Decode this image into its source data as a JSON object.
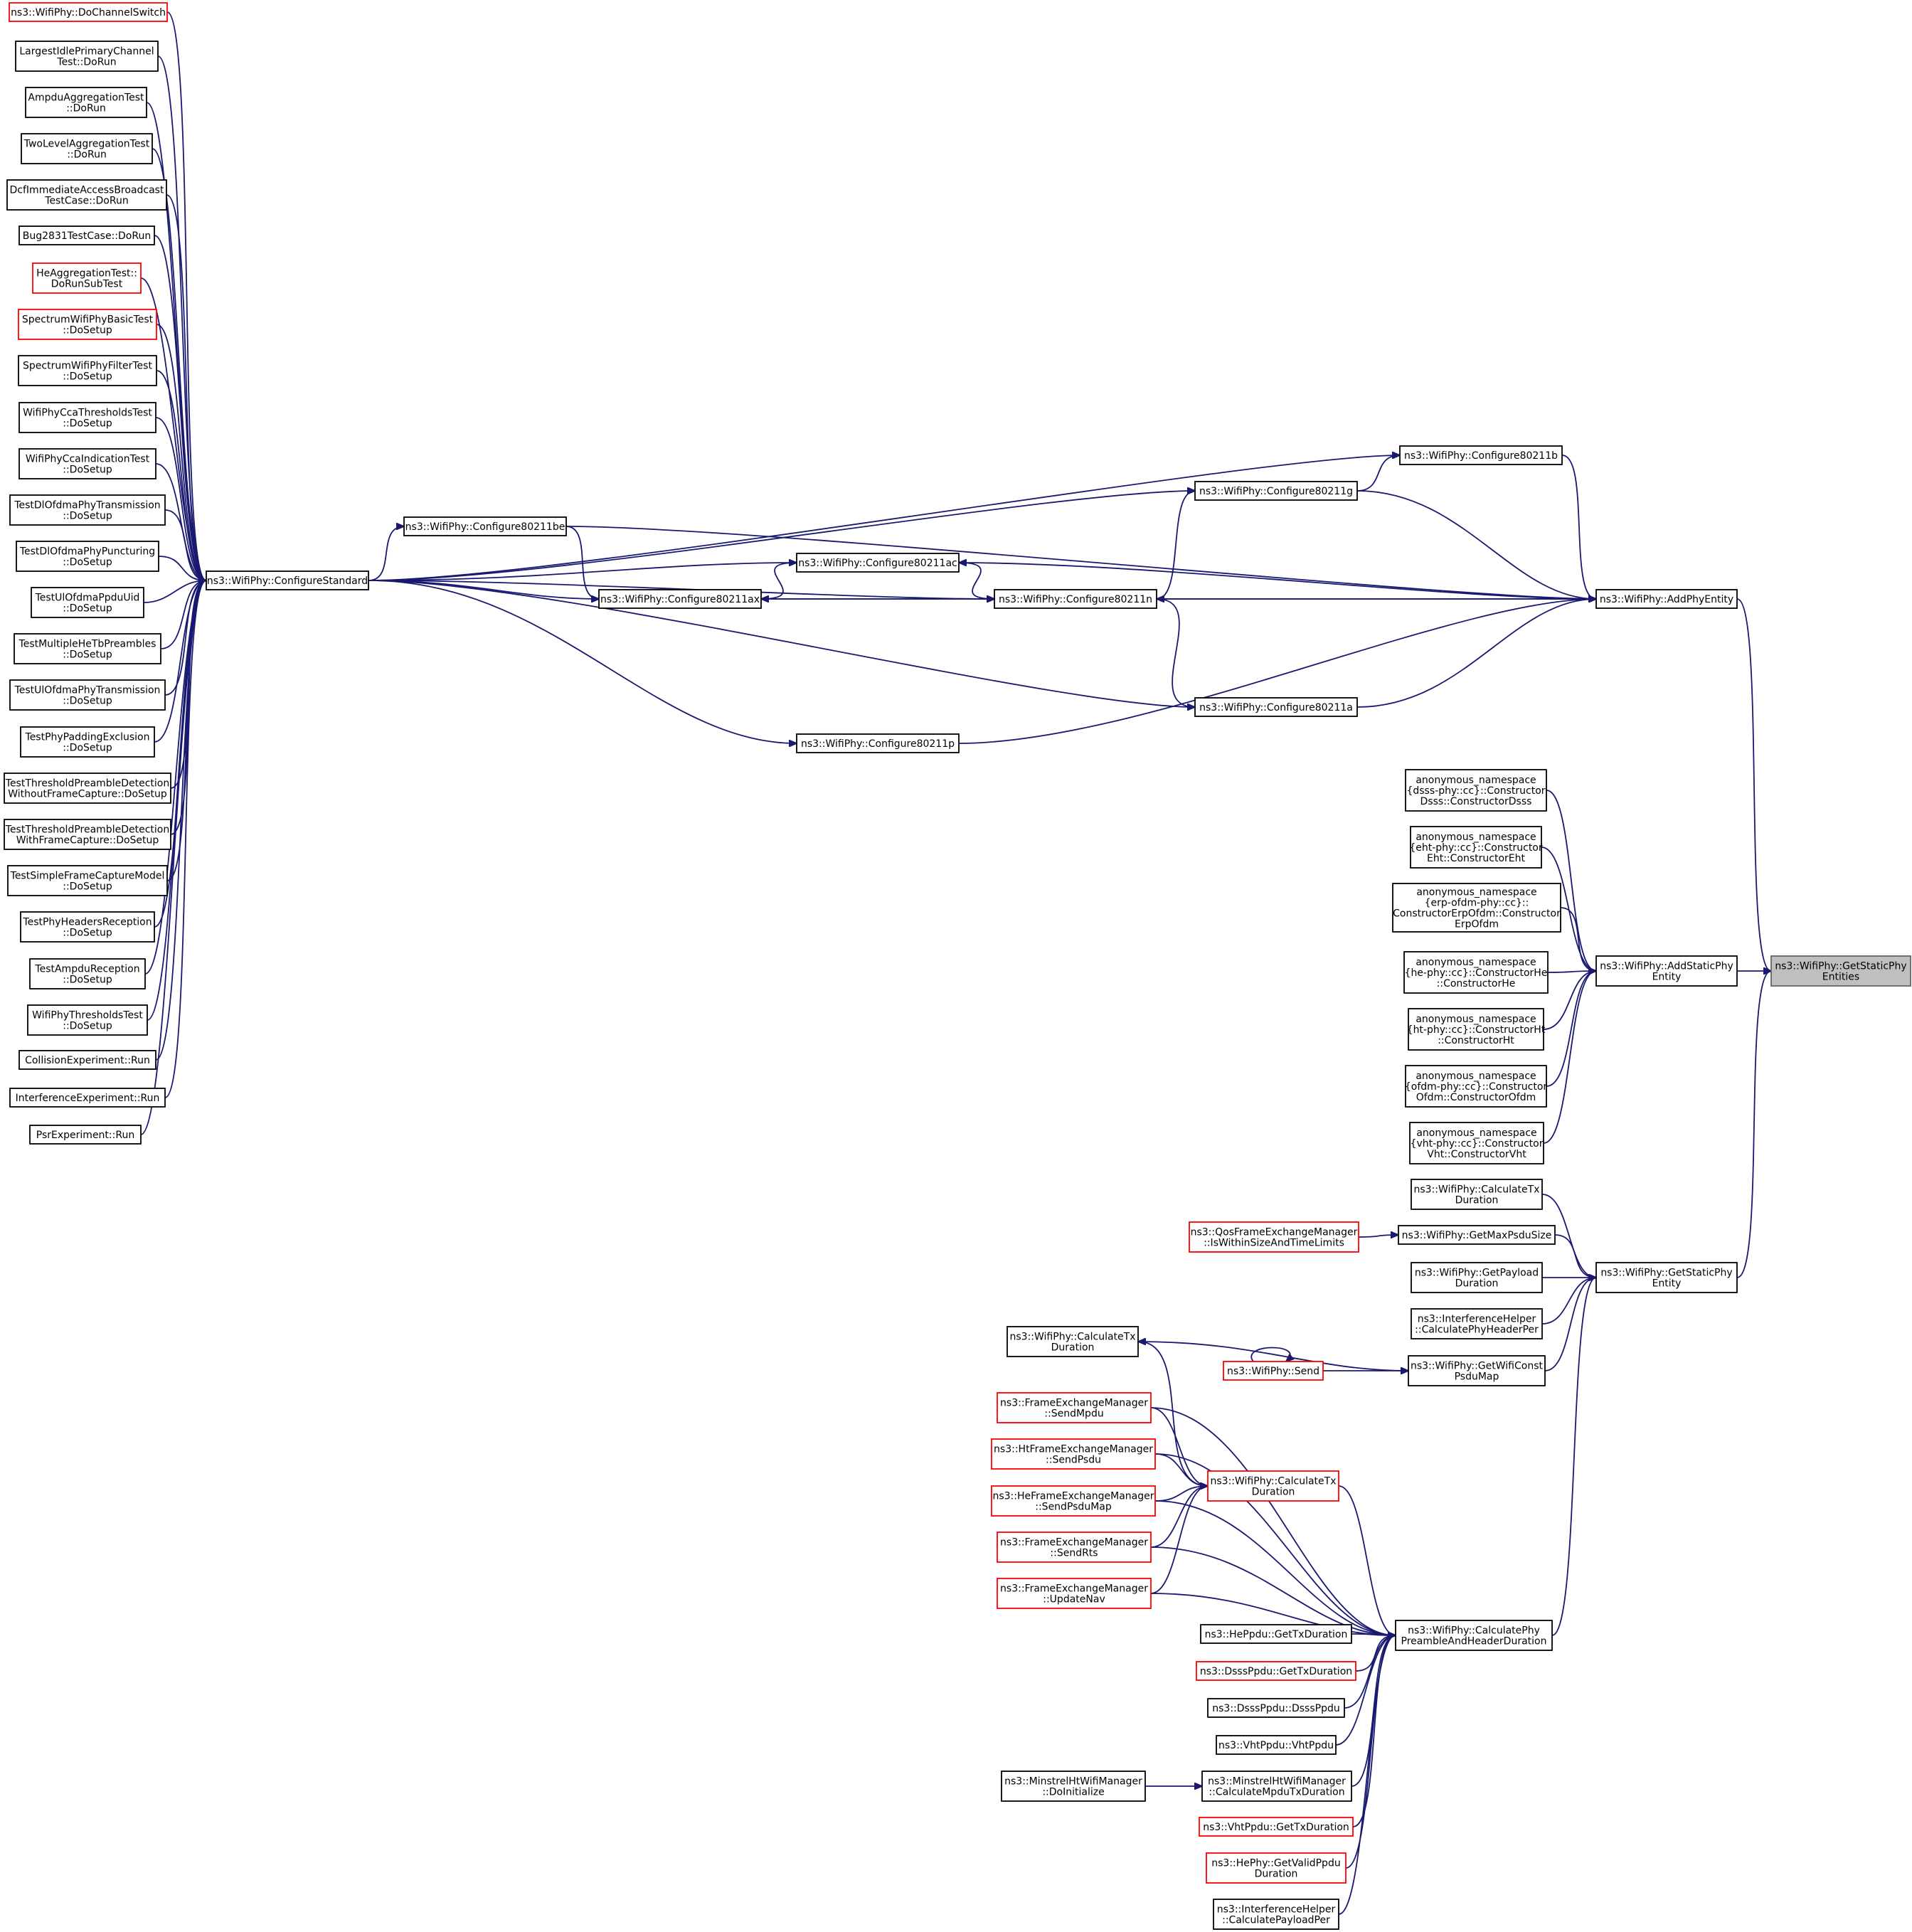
{
  "colors": {
    "edge": "#191970",
    "normal_border": "#000000",
    "linked_border": "#ff0000",
    "focus_fill": "#bfbfbf",
    "background": "#ffffff"
  },
  "focus": "gsp_entities",
  "nodes": [
    {
      "id": "doChannelSwitch",
      "lines": [
        "ns3::WifiPhy::DoChannelSwitch"
      ],
      "style": "red"
    },
    {
      "id": "largestIdle",
      "lines": [
        "LargestIdlePrimaryChannel",
        "Test::DoRun"
      ]
    },
    {
      "id": "ampduAgg",
      "lines": [
        "AmpduAggregationTest",
        "::DoRun"
      ]
    },
    {
      "id": "twoLevel",
      "lines": [
        "TwoLevelAggregationTest",
        "::DoRun"
      ]
    },
    {
      "id": "dcfImmediate",
      "lines": [
        "DcfImmediateAccessBroadcast",
        "TestCase::DoRun"
      ]
    },
    {
      "id": "bug2831",
      "lines": [
        "Bug2831TestCase::DoRun"
      ]
    },
    {
      "id": "heAgg",
      "lines": [
        "HeAggregationTest::",
        "DoRunSubTest"
      ],
      "style": "red"
    },
    {
      "id": "spectrumBasic",
      "lines": [
        "SpectrumWifiPhyBasicTest",
        "::DoSetup"
      ],
      "style": "red"
    },
    {
      "id": "spectrumFilter",
      "lines": [
        "SpectrumWifiPhyFilterTest",
        "::DoSetup"
      ]
    },
    {
      "id": "ccaThresholds",
      "lines": [
        "WifiPhyCcaThresholdsTest",
        "::DoSetup"
      ]
    },
    {
      "id": "ccaIndication",
      "lines": [
        "WifiPhyCcaIndicationTest",
        "::DoSetup"
      ]
    },
    {
      "id": "dlOfdmaTx",
      "lines": [
        "TestDlOfdmaPhyTransmission",
        "::DoSetup"
      ]
    },
    {
      "id": "dlOfdmaPunct",
      "lines": [
        "TestDlOfdmaPhyPuncturing",
        "::DoSetup"
      ]
    },
    {
      "id": "ulOfdmaPpdu",
      "lines": [
        "TestUlOfdmaPpduUid",
        "::DoSetup"
      ]
    },
    {
      "id": "multiHeTb",
      "lines": [
        "TestMultipleHeTbPreambles",
        "::DoSetup"
      ]
    },
    {
      "id": "ulOfdmaTx",
      "lines": [
        "TestUlOfdmaPhyTransmission",
        "::DoSetup"
      ]
    },
    {
      "id": "padding",
      "lines": [
        "TestPhyPaddingExclusion",
        "::DoSetup"
      ]
    },
    {
      "id": "threshWithout",
      "lines": [
        "TestThresholdPreambleDetection",
        "WithoutFrameCapture::DoSetup"
      ]
    },
    {
      "id": "threshWith",
      "lines": [
        "TestThresholdPreambleDetection",
        "WithFrameCapture::DoSetup"
      ]
    },
    {
      "id": "simpleCapture",
      "lines": [
        "TestSimpleFrameCaptureModel",
        "::DoSetup"
      ]
    },
    {
      "id": "headersRecep",
      "lines": [
        "TestPhyHeadersReception",
        "::DoSetup"
      ]
    },
    {
      "id": "ampduRecep",
      "lines": [
        "TestAmpduReception",
        "::DoSetup"
      ]
    },
    {
      "id": "phyThresholds",
      "lines": [
        "WifiPhyThresholdsTest",
        "::DoSetup"
      ]
    },
    {
      "id": "collision",
      "lines": [
        "CollisionExperiment::Run"
      ]
    },
    {
      "id": "interference",
      "lines": [
        "InterferenceExperiment::Run"
      ]
    },
    {
      "id": "psr",
      "lines": [
        "PsrExperiment::Run"
      ]
    },
    {
      "id": "configStd",
      "lines": [
        "ns3::WifiPhy::ConfigureStandard"
      ]
    },
    {
      "id": "cfg_be",
      "lines": [
        "ns3::WifiPhy::Configure80211be"
      ]
    },
    {
      "id": "cfg_ac",
      "lines": [
        "ns3::WifiPhy::Configure80211ac"
      ]
    },
    {
      "id": "cfg_ax",
      "lines": [
        "ns3::WifiPhy::Configure80211ax"
      ]
    },
    {
      "id": "cfg_p",
      "lines": [
        "ns3::WifiPhy::Configure80211p"
      ]
    },
    {
      "id": "cfg_b",
      "lines": [
        "ns3::WifiPhy::Configure80211b"
      ]
    },
    {
      "id": "cfg_g",
      "lines": [
        "ns3::WifiPhy::Configure80211g"
      ]
    },
    {
      "id": "cfg_n",
      "lines": [
        "ns3::WifiPhy::Configure80211n"
      ]
    },
    {
      "id": "cfg_a",
      "lines": [
        "ns3::WifiPhy::Configure80211a"
      ]
    },
    {
      "id": "addPhyEntity",
      "lines": [
        "ns3::WifiPhy::AddPhyEntity"
      ]
    },
    {
      "id": "ctorDsss",
      "lines": [
        "anonymous_namespace",
        "{dsss-phy::cc}::Constructor",
        "Dsss::ConstructorDsss"
      ]
    },
    {
      "id": "ctorEht",
      "lines": [
        "anonymous_namespace",
        "{eht-phy::cc}::Constructor",
        "Eht::ConstructorEht"
      ]
    },
    {
      "id": "ctorErp",
      "lines": [
        "anonymous_namespace",
        "{erp-ofdm-phy::cc}::",
        "ConstructorErpOfdm::Constructor",
        "ErpOfdm"
      ]
    },
    {
      "id": "ctorHe",
      "lines": [
        "anonymous_namespace",
        "{he-phy::cc}::ConstructorHe",
        "::ConstructorHe"
      ]
    },
    {
      "id": "ctorHt",
      "lines": [
        "anonymous_namespace",
        "{ht-phy::cc}::ConstructorHt",
        "::ConstructorHt"
      ]
    },
    {
      "id": "ctorOfdm",
      "lines": [
        "anonymous_namespace",
        "{ofdm-phy::cc}::Constructor",
        "Ofdm::ConstructorOfdm"
      ]
    },
    {
      "id": "ctorVht",
      "lines": [
        "anonymous_namespace",
        "{vht-phy::cc}::Constructor",
        "Vht::ConstructorVht"
      ]
    },
    {
      "id": "addStatic",
      "lines": [
        "ns3::WifiPhy::AddStaticPhy",
        "Entity"
      ]
    },
    {
      "id": "gsp_entities",
      "lines": [
        "ns3::WifiPhy::GetStaticPhy",
        "Entities"
      ],
      "style": "focus"
    },
    {
      "id": "calcTxDur_r",
      "lines": [
        "ns3::WifiPhy::CalculateTx",
        "Duration"
      ]
    },
    {
      "id": "qosWithin",
      "lines": [
        "ns3::QosFrameExchangeManager",
        "::IsWithinSizeAndTimeLimits"
      ],
      "style": "red"
    },
    {
      "id": "getMaxPsdu",
      "lines": [
        "ns3::WifiPhy::GetMaxPsduSize"
      ]
    },
    {
      "id": "getPayload",
      "lines": [
        "ns3::WifiPhy::GetPayload",
        "Duration"
      ]
    },
    {
      "id": "calcPhyHdrPer",
      "lines": [
        "ns3::InterferenceHelper",
        "::CalculatePhyHeaderPer"
      ]
    },
    {
      "id": "getWifiConst",
      "lines": [
        "ns3::WifiPhy::GetWifiConst",
        "PsduMap"
      ]
    },
    {
      "id": "getStaticPhy",
      "lines": [
        "ns3::WifiPhy::GetStaticPhy",
        "Entity"
      ]
    },
    {
      "id": "calcTxDur_l",
      "lines": [
        "ns3::WifiPhy::CalculateTx",
        "Duration"
      ]
    },
    {
      "id": "wifiSend",
      "lines": [
        "ns3::WifiPhy::Send"
      ],
      "style": "red"
    },
    {
      "id": "fem_sendMpdu",
      "lines": [
        "ns3::FrameExchangeManager",
        "::SendMpdu"
      ],
      "style": "red"
    },
    {
      "id": "htfem_sendPsdu",
      "lines": [
        "ns3::HtFrameExchangeManager",
        "::SendPsdu"
      ],
      "style": "red"
    },
    {
      "id": "hefem_sendPsduMap",
      "lines": [
        "ns3::HeFrameExchangeManager",
        "::SendPsduMap"
      ],
      "style": "red"
    },
    {
      "id": "fem_sendRts",
      "lines": [
        "ns3::FrameExchangeManager",
        "::SendRts"
      ],
      "style": "red"
    },
    {
      "id": "fem_updateNav",
      "lines": [
        "ns3::FrameExchangeManager",
        "::UpdateNav"
      ],
      "style": "red"
    },
    {
      "id": "calcTxDur_red",
      "lines": [
        "ns3::WifiPhy::CalculateTx",
        "Duration"
      ],
      "style": "red"
    },
    {
      "id": "calcPreamble",
      "lines": [
        "ns3::WifiPhy::CalculatePhy",
        "PreambleAndHeaderDuration"
      ]
    },
    {
      "id": "hePpduTx",
      "lines": [
        "ns3::HePpdu::GetTxDuration"
      ]
    },
    {
      "id": "dsssPpduTx",
      "lines": [
        "ns3::DsssPpdu::GetTxDuration"
      ],
      "style": "red"
    },
    {
      "id": "dsssPpduCtor",
      "lines": [
        "ns3::DsssPpdu::DsssPpdu"
      ]
    },
    {
      "id": "vhtPpduCtor",
      "lines": [
        "ns3::VhtPpdu::VhtPpdu"
      ]
    },
    {
      "id": "minstrelInit",
      "lines": [
        "ns3::MinstrelHtWifiManager",
        "::DoInitialize"
      ]
    },
    {
      "id": "minstrelCalc",
      "lines": [
        "ns3::MinstrelHtWifiManager",
        "::CalculateMpduTxDuration"
      ]
    },
    {
      "id": "vhtPpduTx",
      "lines": [
        "ns3::VhtPpdu::GetTxDuration"
      ],
      "style": "red"
    },
    {
      "id": "hePhyValid",
      "lines": [
        "ns3::HePhy::GetValidPpdu",
        "Duration"
      ],
      "style": "red"
    },
    {
      "id": "calcPayloadPer",
      "lines": [
        "ns3::InterferenceHelper",
        "::CalculatePayloadPer"
      ]
    }
  ],
  "edges": [
    [
      "doChannelSwitch",
      "configStd"
    ],
    [
      "largestIdle",
      "configStd"
    ],
    [
      "ampduAgg",
      "configStd"
    ],
    [
      "twoLevel",
      "configStd"
    ],
    [
      "dcfImmediate",
      "configStd"
    ],
    [
      "bug2831",
      "configStd"
    ],
    [
      "heAgg",
      "configStd"
    ],
    [
      "spectrumBasic",
      "configStd"
    ],
    [
      "spectrumFilter",
      "configStd"
    ],
    [
      "ccaThresholds",
      "configStd"
    ],
    [
      "ccaIndication",
      "configStd"
    ],
    [
      "dlOfdmaTx",
      "configStd"
    ],
    [
      "dlOfdmaPunct",
      "configStd"
    ],
    [
      "ulOfdmaPpdu",
      "configStd"
    ],
    [
      "multiHeTb",
      "configStd"
    ],
    [
      "ulOfdmaTx",
      "configStd"
    ],
    [
      "padding",
      "configStd"
    ],
    [
      "threshWithout",
      "configStd"
    ],
    [
      "threshWith",
      "configStd"
    ],
    [
      "simpleCapture",
      "configStd"
    ],
    [
      "headersRecep",
      "configStd"
    ],
    [
      "ampduRecep",
      "configStd"
    ],
    [
      "phyThresholds",
      "configStd"
    ],
    [
      "collision",
      "configStd"
    ],
    [
      "interference",
      "configStd"
    ],
    [
      "psr",
      "configStd"
    ],
    [
      "configStd",
      "cfg_be"
    ],
    [
      "configStd",
      "cfg_ac"
    ],
    [
      "configStd",
      "cfg_ax"
    ],
    [
      "configStd",
      "cfg_n"
    ],
    [
      "configStd",
      "cfg_b"
    ],
    [
      "configStd",
      "cfg_g"
    ],
    [
      "configStd",
      "cfg_a"
    ],
    [
      "configStd",
      "cfg_p"
    ],
    [
      "cfg_be",
      "cfg_ax"
    ],
    [
      "cfg_ac",
      "cfg_ax"
    ],
    [
      "cfg_ax",
      "cfg_n"
    ],
    [
      "cfg_g",
      "cfg_b"
    ],
    [
      "cfg_n",
      "cfg_g"
    ],
    [
      "cfg_n",
      "cfg_ac"
    ],
    [
      "cfg_a",
      "cfg_n"
    ],
    [
      "cfg_b",
      "addPhyEntity"
    ],
    [
      "cfg_g",
      "addPhyEntity"
    ],
    [
      "cfg_be",
      "addPhyEntity"
    ],
    [
      "cfg_ac",
      "addPhyEntity"
    ],
    [
      "cfg_n",
      "addPhyEntity"
    ],
    [
      "cfg_ax",
      "addPhyEntity"
    ],
    [
      "cfg_a",
      "addPhyEntity"
    ],
    [
      "cfg_p",
      "addPhyEntity"
    ],
    [
      "addPhyEntity",
      "gsp_entities"
    ],
    [
      "ctorDsss",
      "addStatic"
    ],
    [
      "ctorEht",
      "addStatic"
    ],
    [
      "ctorErp",
      "addStatic"
    ],
    [
      "ctorHe",
      "addStatic"
    ],
    [
      "ctorHt",
      "addStatic"
    ],
    [
      "ctorOfdm",
      "addStatic"
    ],
    [
      "ctorVht",
      "addStatic"
    ],
    [
      "addStatic",
      "gsp_entities"
    ],
    [
      "getStaticPhy",
      "gsp_entities"
    ],
    [
      "calcTxDur_r",
      "getStaticPhy"
    ],
    [
      "getMaxPsdu",
      "getStaticPhy"
    ],
    [
      "getPayload",
      "getStaticPhy"
    ],
    [
      "calcPhyHdrPer",
      "getStaticPhy"
    ],
    [
      "getWifiConst",
      "getStaticPhy"
    ],
    [
      "calcPreamble",
      "getStaticPhy"
    ],
    [
      "qosWithin",
      "getMaxPsdu"
    ],
    [
      "calcTxDur_l",
      "getWifiConst"
    ],
    [
      "wifiSend",
      "getWifiConst"
    ],
    [
      "wifiSend",
      "wifiSend"
    ],
    [
      "calcTxDur_red",
      "calcTxDur_l"
    ],
    [
      "fem_sendMpdu",
      "calcTxDur_red"
    ],
    [
      "htfem_sendPsdu",
      "calcTxDur_red"
    ],
    [
      "hefem_sendPsduMap",
      "calcTxDur_red"
    ],
    [
      "fem_sendRts",
      "calcTxDur_red"
    ],
    [
      "fem_updateNav",
      "calcTxDur_red"
    ],
    [
      "calcTxDur_red",
      "calcPreamble"
    ],
    [
      "fem_sendMpdu",
      "calcPreamble"
    ],
    [
      "htfem_sendPsdu",
      "calcPreamble"
    ],
    [
      "hefem_sendPsduMap",
      "calcPreamble"
    ],
    [
      "fem_sendRts",
      "calcPreamble"
    ],
    [
      "fem_updateNav",
      "calcPreamble"
    ],
    [
      "hePpduTx",
      "calcPreamble"
    ],
    [
      "dsssPpduTx",
      "calcPreamble"
    ],
    [
      "dsssPpduCtor",
      "calcPreamble"
    ],
    [
      "vhtPpduCtor",
      "calcPreamble"
    ],
    [
      "minstrelCalc",
      "calcPreamble"
    ],
    [
      "vhtPpduTx",
      "calcPreamble"
    ],
    [
      "hePhyValid",
      "calcPreamble"
    ],
    [
      "calcPayloadPer",
      "calcPreamble"
    ],
    [
      "minstrelInit",
      "minstrelCalc"
    ]
  ]
}
